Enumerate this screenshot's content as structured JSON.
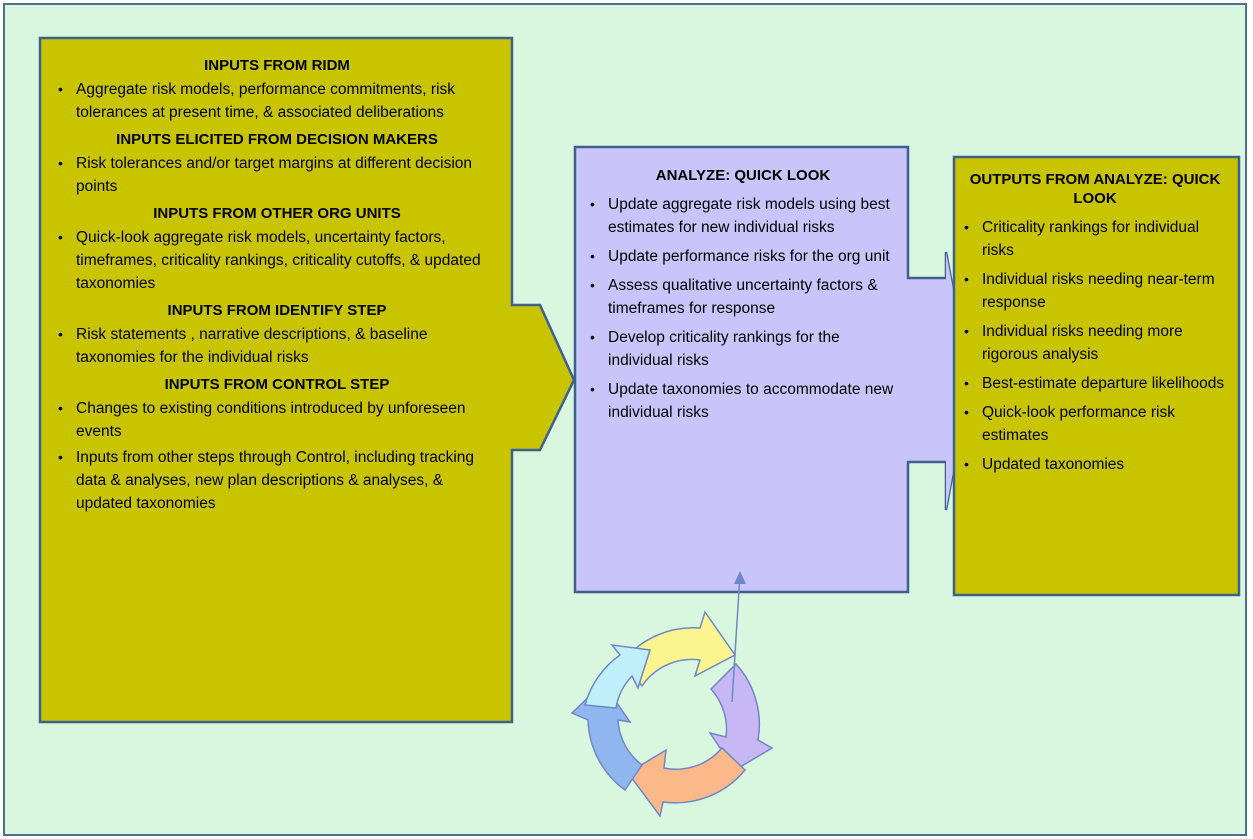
{
  "inputs_panel": {
    "sections": [
      {
        "heading": "INPUTS FROM RIDM",
        "items": [
          "Aggregate risk models, performance commitments, risk tolerances at present time, & associated deliberations"
        ]
      },
      {
        "heading": "INPUTS ELICITED FROM DECISION MAKERS",
        "items": [
          "Risk tolerances and/or target margins at different decision points"
        ]
      },
      {
        "heading": "INPUTS FROM OTHER ORG UNITS",
        "items": [
          "Quick-look aggregate risk models, uncertainty factors, timeframes, criticality rankings, criticality cutoffs, & updated taxonomies"
        ]
      },
      {
        "heading": "INPUTS FROM IDENTIFY STEP",
        "items": [
          "Risk statements , narrative descriptions, & baseline taxonomies for the individual risks"
        ]
      },
      {
        "heading": "INPUTS FROM CONTROL STEP",
        "items": [
          "Changes to existing conditions introduced by unforeseen events",
          "Inputs from other steps through Control, including tracking data & analyses, new plan descriptions & analyses, & updated taxonomies"
        ]
      }
    ]
  },
  "analyze_panel": {
    "heading": "ANALYZE: QUICK LOOK",
    "items": [
      "Update aggregate risk models using best estimates for new individual risks",
      "Update performance risks for the org unit",
      "Assess qualitative uncertainty factors & timeframes for response",
      "Develop criticality rankings for the individual risks",
      "Update taxonomies to accommodate new individual risks"
    ]
  },
  "outputs_panel": {
    "heading": "OUTPUTS FROM ANALYZE: QUICK LOOK",
    "items": [
      "Criticality rankings for individual risks",
      "Individual risks needing near-term response",
      "Individual risks needing more rigorous analysis",
      "Best-estimate departure likelihoods",
      "Quick-look performance risk estimates",
      "Updated taxonomies"
    ]
  },
  "colors": {
    "background": "#d9f7df",
    "frame_border": "#4f6f8f",
    "olive_fill": "#c9c400",
    "lavender_fill": "#c9c5fb",
    "box_border": "#3f5f8f",
    "cycle_yellow": "#fbf48f",
    "cycle_lavender": "#c7b8f5",
    "cycle_orange": "#fbb98a",
    "cycle_blue": "#8fb6ee",
    "cycle_cyan": "#bfeffa"
  },
  "icons": {
    "process_cycle": "circular-arrows-icon"
  }
}
